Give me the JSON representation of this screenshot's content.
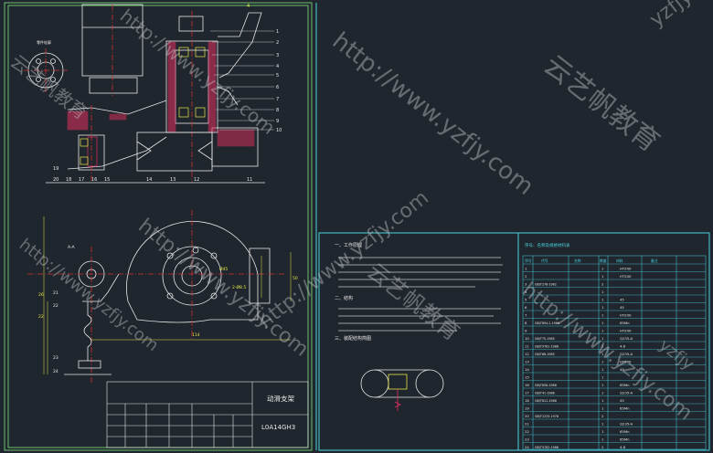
{
  "title_block": {
    "part_name": "动滑支架",
    "drawing_no": "L0A14GH3"
  },
  "tech_requirements": {
    "heading_1": "一、工作原理",
    "heading_2": "二、结构",
    "heading_3": "三、装配结构简图"
  },
  "parts_list": {
    "heading": "序号、名称及规格材料表",
    "columns": [
      "序号",
      "代号",
      "名称",
      "数量",
      "材料",
      "备注"
    ],
    "rows": [
      {
        "no": "1",
        "code": "",
        "qty": "1",
        "mat": "HT200"
      },
      {
        "no": "2",
        "code": "",
        "qty": "1",
        "mat": "HT200"
      },
      {
        "no": "3",
        "code": "GB/T276-1982",
        "qty": "2",
        "mat": ""
      },
      {
        "no": "4",
        "code": "",
        "qty": "1",
        "mat": ""
      },
      {
        "no": "5",
        "code": "",
        "qty": "1",
        "mat": "45"
      },
      {
        "no": "6",
        "code": "",
        "qty": "1",
        "mat": "45"
      },
      {
        "no": "7",
        "code": "",
        "qty": "1",
        "mat": "HT200"
      },
      {
        "no": "8",
        "code": "GB/T894.1-1986",
        "qty": "1",
        "mat": "65Mn"
      },
      {
        "no": "9",
        "code": "",
        "qty": "1",
        "mat": "HT200"
      },
      {
        "no": "10",
        "code": "GB/T75-1985",
        "qty": "1",
        "mat": "Q235-A"
      },
      {
        "no": "11",
        "code": "GB/T5781-1986",
        "qty": "1",
        "mat": "4.8"
      },
      {
        "no": "12",
        "code": "GB/T68-1985",
        "qty": "1",
        "mat": "Q235-A"
      },
      {
        "no": "13",
        "code": "",
        "qty": "1",
        "mat": "HT200"
      },
      {
        "no": "14",
        "code": "",
        "qty": "1",
        "mat": "45"
      },
      {
        "no": "15",
        "code": "",
        "qty": "1",
        "mat": ""
      },
      {
        "no": "16",
        "code": "GB/T858-1988",
        "qty": "1",
        "mat": "65Mn"
      },
      {
        "no": "17",
        "code": "GB/T41-1986",
        "qty": "1",
        "mat": "Q235-A"
      },
      {
        "no": "18",
        "code": "GB/T812-1988",
        "qty": "1",
        "mat": "45"
      },
      {
        "no": "19",
        "code": "",
        "qty": "1",
        "mat": "65Mn"
      },
      {
        "no": "20",
        "code": "GB/T1235-1976",
        "qty": "2",
        "mat": ""
      },
      {
        "no": "21",
        "code": "",
        "qty": "1",
        "mat": "Q235-A"
      },
      {
        "no": "22",
        "code": "",
        "qty": "1",
        "mat": "65Mn"
      },
      {
        "no": "23",
        "code": "",
        "qty": "1",
        "mat": "65Mn"
      },
      {
        "no": "24",
        "code": "GB/T5782-1986",
        "qty": "2",
        "mat": "4.8"
      }
    ]
  },
  "dimensions": {
    "d1": "4",
    "d2": "Ø45",
    "d3": "2-Ø8.5",
    "d4": "114",
    "d5": "26",
    "d6": "22",
    "d7": "50"
  },
  "labels": {
    "section_aa": "A-A",
    "side_view_note": "零件轮廓"
  },
  "watermark": {
    "url": "http://www.yzfjy.com",
    "brand": "云艺帆教育",
    "short": "yzfjy"
  },
  "colors": {
    "background": "#1f262d",
    "outline": "#e8e8e8",
    "frame": "#6ec06e",
    "dimension": "#e6e64a",
    "section": "#e03060",
    "centerline": "#d03030",
    "table": "#49d1e0"
  }
}
